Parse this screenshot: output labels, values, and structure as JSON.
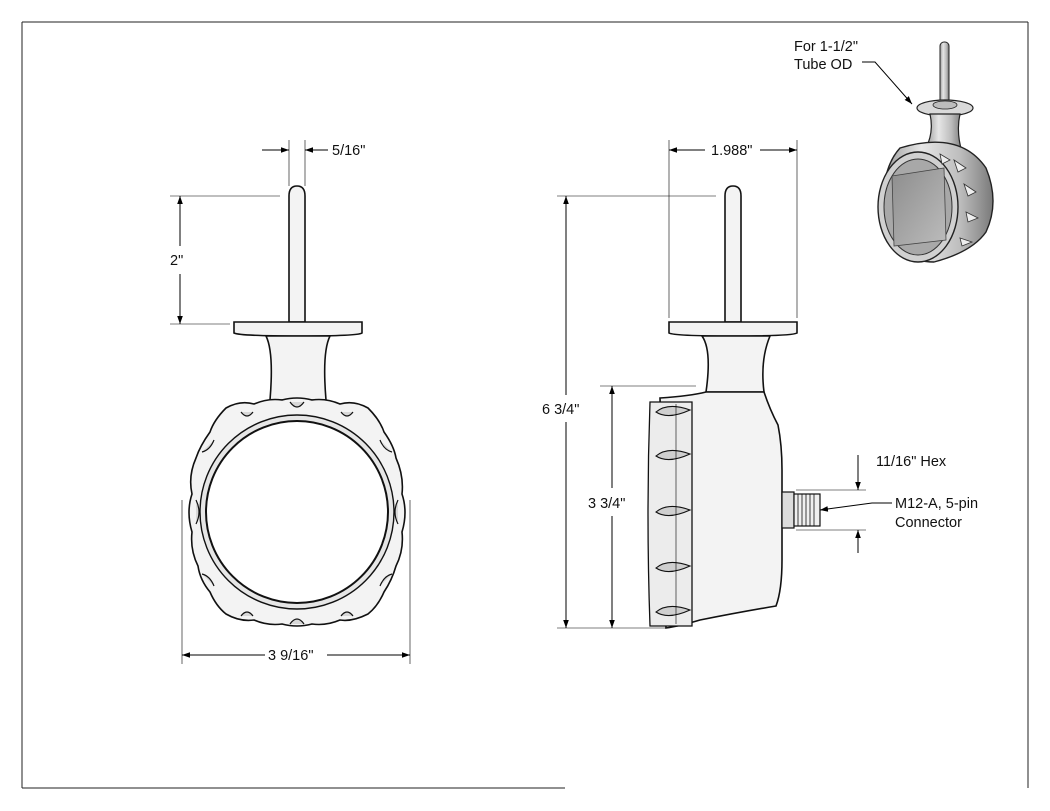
{
  "drawing": {
    "front_view": {
      "stem_diameter": "5/16\"",
      "stem_length": "2\"",
      "housing_width": "3 9/16\""
    },
    "side_view": {
      "stem_spacing": "1.988\"",
      "overall_height": "6 3/4\"",
      "housing_height": "3 3/4\"",
      "hex_size": "11/16\" Hex",
      "connector_line1": "M12-A, 5-pin",
      "connector_line2": "Connector"
    },
    "iso_view": {
      "note_line1": "For 1-1/2\"",
      "note_line2": "Tube OD"
    }
  }
}
